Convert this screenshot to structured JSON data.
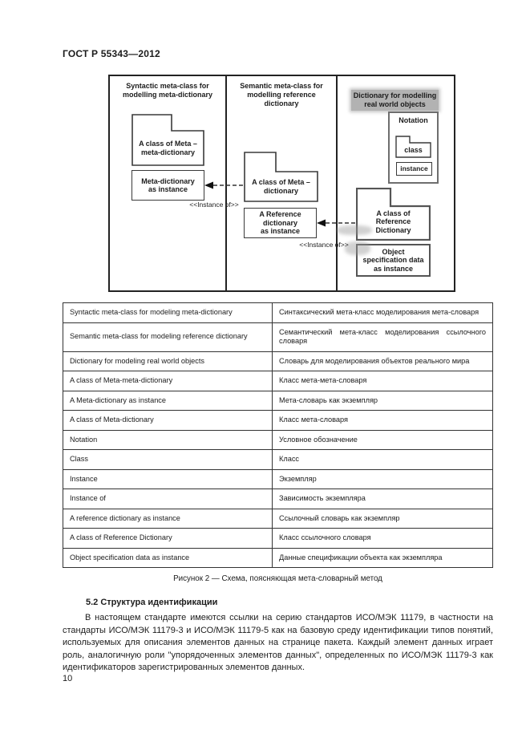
{
  "header": {
    "title": "ГОСТ Р 55343—2012"
  },
  "diagram": {
    "col1_header": "Syntactic meta-class for\nmodelling meta-dictionary",
    "col2_header": "Semantic meta-class for\nmodelling reference\ndictionary",
    "col3_header": "Dictionary for modelling\nreal world objects",
    "meta_meta_class_label": "A class of Meta –\nmeta-dictionary",
    "meta_dictionary_instance_label": "Meta-dictionary\nas instance",
    "meta_class_label": "A class of Meta –\ndictionary",
    "reference_dictionary_instance_label": "A Reference\ndictionary\nas instance",
    "notation_title": "Notation",
    "notation_class_label": "class",
    "notation_instance_label": "instance",
    "reference_class_label": "A class of\nReference\nDictionary",
    "object_specification_label": "Object\nspecification data\nas instance",
    "instance_of_label": "<<Instance of>>"
  },
  "table": {
    "rows": [
      {
        "en": "Syntactic meta-class for modeling meta-dictionary",
        "ru": "Синтаксический мета-класс моделирования мета-словаря"
      },
      {
        "en": "Semantic meta-class for modeling reference dictionary",
        "ru": "Семантический мета-класс моделирования ссылочного словаря"
      },
      {
        "en": "Dictionary for modeling real world objects",
        "ru": "Словарь для моделирования объектов реального мира"
      },
      {
        "en": "A class of Meta-meta-dictionary",
        "ru": "Класс мета-мета-словаря"
      },
      {
        "en": "A Meta-dictionary as instance",
        "ru": "Мета-словарь как экземпляр"
      },
      {
        "en": "A class of Meta-dictionary",
        "ru": "Класс мета-словаря"
      },
      {
        "en": "Notation",
        "ru": "Условное обозначение"
      },
      {
        "en": "Class",
        "ru": "Класс"
      },
      {
        "en": "Instance",
        "ru": "Экземпляр"
      },
      {
        "en": "Instance of",
        "ru": "Зависимость экземпляра"
      },
      {
        "en": "A reference dictionary as instance",
        "ru": "Ссылочный словарь как экземпляр"
      },
      {
        "en": "A class of Reference Dictionary",
        "ru": "Класс ссылочного словаря"
      },
      {
        "en": "Object specification data as instance",
        "ru": "Данные спецификации объекта как экземпляра"
      }
    ]
  },
  "figure": {
    "caption": "Рисунок 2 — Схема, поясняющая мета-словарный метод"
  },
  "section": {
    "heading": "5.2  Структура идентификации",
    "paragraph": "В настоящем стандарте имеются ссылки на серию стандартов ИСО/МЭК 11179, в частности на стандарты ИСО/МЭК 11179-3 и ИСО/МЭК 11179-5 как на базовую среду идентификации типов понятий, используемых для описания элементов данных на странице пакета. Каждый элемент данных играет роль, аналогичную роли \"упорядоченных элементов данных\", определенных по ИСО/МЭК 11179-3 как идентификаторов зарегистрированных элементов данных."
  },
  "footer": {
    "page_number": "10"
  }
}
